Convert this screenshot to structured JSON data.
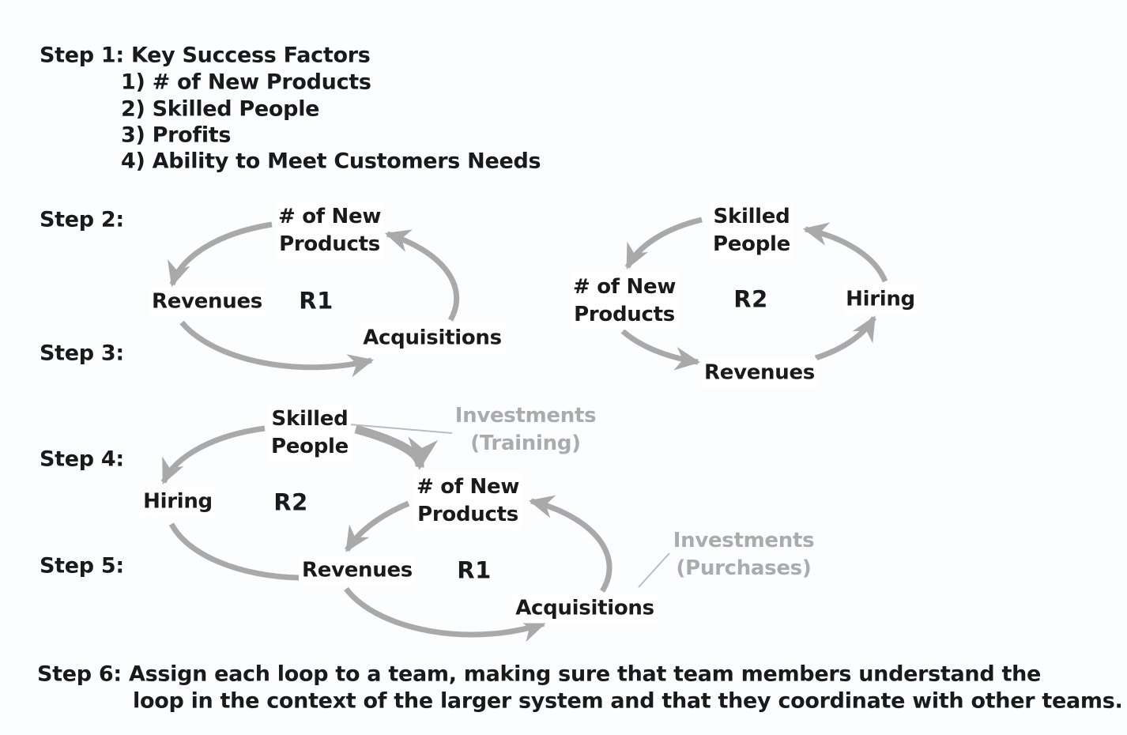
{
  "colors": {
    "text_black": "#1a1a1a",
    "arrow_gray": "#a9a9a9",
    "annotation_gray": "#ababab",
    "background": "#fcfdfe"
  },
  "step1": {
    "title": "Step 1: Key Success Factors",
    "items": [
      "1) # of New Products",
      "2) Skilled People",
      "3) Profits",
      "4) Ability to Meet Customers Needs"
    ]
  },
  "step_labels": {
    "step2": "Step 2:",
    "step3": "Step 3:",
    "step4": "Step 4:",
    "step5": "Step 5:"
  },
  "diagram_r1": {
    "loop_label": "R1",
    "new_products": "# of New\nProducts",
    "revenues": "Revenues",
    "acquisitions": "Acquisitions"
  },
  "diagram_r2": {
    "loop_label": "R2",
    "skilled_people": "Skilled\nPeople",
    "new_products": "# of New\nProducts",
    "hiring": "Hiring",
    "revenues": "Revenues"
  },
  "diagram_combined": {
    "r2_label": "R2",
    "r1_label": "R1",
    "skilled_people": "Skilled\nPeople",
    "hiring": "Hiring",
    "new_products": "# of New\nProducts",
    "revenues": "Revenues",
    "acquisitions": "Acquisitions",
    "investments_training": "Investments\n(Training)",
    "investments_purchases": "Investments\n(Purchases)"
  },
  "step6": {
    "line1": "Step 6: Assign each loop to a team, making sure that team members understand the",
    "line2": "loop in the context of the larger system and that they coordinate with other teams."
  }
}
